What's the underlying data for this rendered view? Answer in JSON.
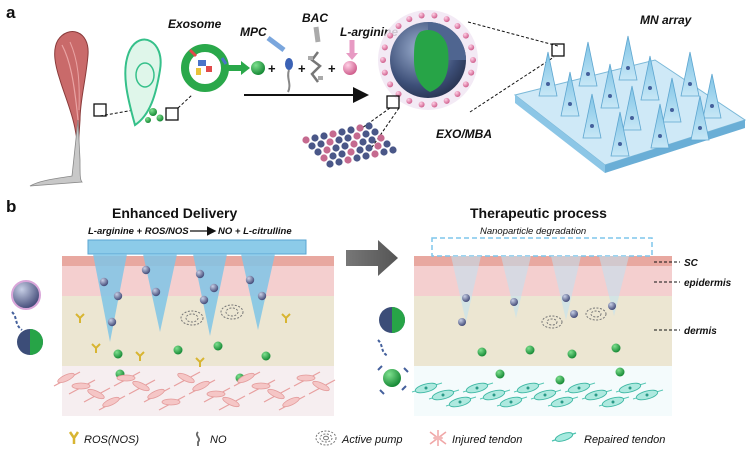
{
  "panel_a": {
    "label": "a",
    "exosome": "Exosome",
    "mpc": "MPC",
    "bac": "BAC",
    "larginine": "L-arginine",
    "plus": "+",
    "exo_mba": "EXO/MBA",
    "mn_array": "MN array"
  },
  "panel_b": {
    "label": "b",
    "enhanced_title": "Enhanced Delivery",
    "reaction_left": "L-arginine + ROS/NOS",
    "reaction_right": "NO + L-citrulline",
    "therapeutic_title": "Therapeutic process",
    "nanoparticle_text": "Nanoparticle degradation",
    "layer_sc": "SC",
    "layer_epidermis": "epidermis",
    "layer_dermis": "dermis"
  },
  "legend": [
    {
      "label": "ROS(NOS)",
      "icon": "ros-icon"
    },
    {
      "label": "NO",
      "icon": "no-icon"
    },
    {
      "label": "Active pump",
      "icon": "active-pump-icon"
    },
    {
      "label": "Injured tendon",
      "icon": "injured-tendon-icon"
    },
    {
      "label": "Repaired tendon",
      "icon": "repaired-tendon-icon"
    }
  ],
  "colors": {
    "exosome_green": "#2aa84a",
    "particle_pink": "#e98bb8",
    "mn_blue": "#8cc6e6",
    "skin_sc": "#e8a8a0",
    "skin_epidermis": "#f4cfcf",
    "skin_dermis": "#ece6d2"
  }
}
